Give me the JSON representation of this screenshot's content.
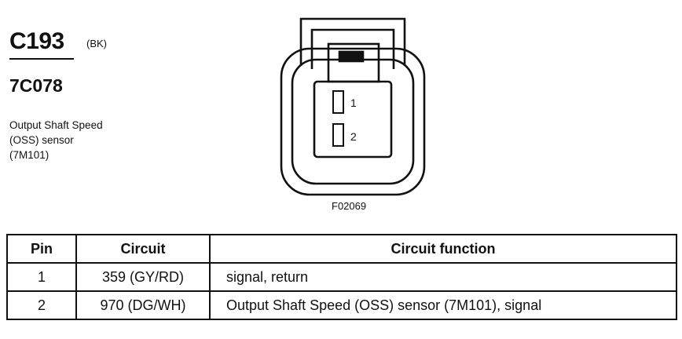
{
  "connector": {
    "id": "C193",
    "color": "(BK)"
  },
  "component": {
    "id": "7C078",
    "description_lines": [
      "Output Shaft Speed",
      "(OSS) sensor",
      "(7M101)"
    ]
  },
  "diagram": {
    "pin_labels": [
      "1",
      "2"
    ],
    "figure_id": "F02069"
  },
  "table": {
    "headers": [
      "Pin",
      "Circuit",
      "Circuit function"
    ],
    "rows": [
      {
        "pin": "1",
        "circuit": "359 (GY/RD)",
        "function": "signal, return"
      },
      {
        "pin": "2",
        "circuit": "970 (DG/WH)",
        "function": "Output Shaft Speed (OSS) sensor (7M101), signal"
      }
    ]
  }
}
